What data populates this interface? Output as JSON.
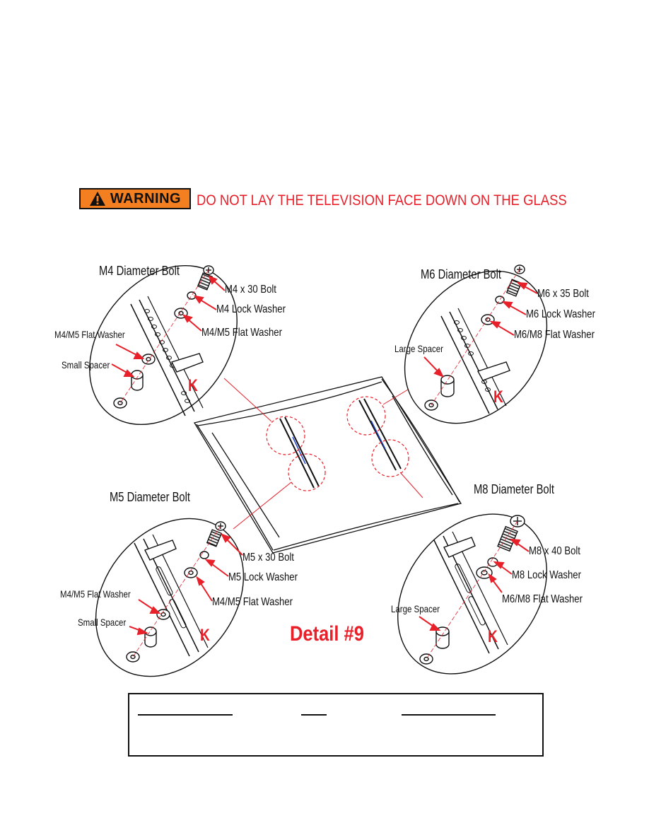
{
  "warning": {
    "badge": "WARNING",
    "message": "DO NOT LAY THE TELEVISION FACE DOWN ON THE GLASS"
  },
  "details": {
    "m4": {
      "title": "M4 Diameter Bolt",
      "bolt": "M4 x 30 Bolt",
      "lock_washer": "M4 Lock Washer",
      "flat_washer_right": "M4/M5 Flat Washer",
      "flat_washer_left": "M4/M5 Flat Washer",
      "spacer": "Small Spacer",
      "mark": "K"
    },
    "m6": {
      "title": "M6 Diameter Bolt",
      "bolt": "M6 x 35 Bolt",
      "lock_washer": "M6 Lock Washer",
      "flat_washer": "M6/M8 Flat Washer",
      "spacer": "Large Spacer",
      "mark": "K"
    },
    "m5": {
      "title": "M5 Diameter Bolt",
      "bolt": "M5 x 30 Bolt",
      "lock_washer": "M5 Lock Washer",
      "flat_washer_right": "M4/M5 Flat Washer",
      "flat_washer_left": "M4/M5 Flat Washer",
      "spacer": "Small Spacer",
      "mark": "K"
    },
    "m8": {
      "title": "M8 Diameter Bolt",
      "bolt": "M8 x 40 Bolt",
      "lock_washer": "M8 Lock Washer",
      "flat_washer": "M6/M8 Flat Washer",
      "spacer": "Large Spacer",
      "mark": "K"
    }
  },
  "detail_label": "Detail #9",
  "colors": {
    "accent_red": "#e8202a",
    "warning_orange": "#f47f20",
    "line": "#111111"
  }
}
